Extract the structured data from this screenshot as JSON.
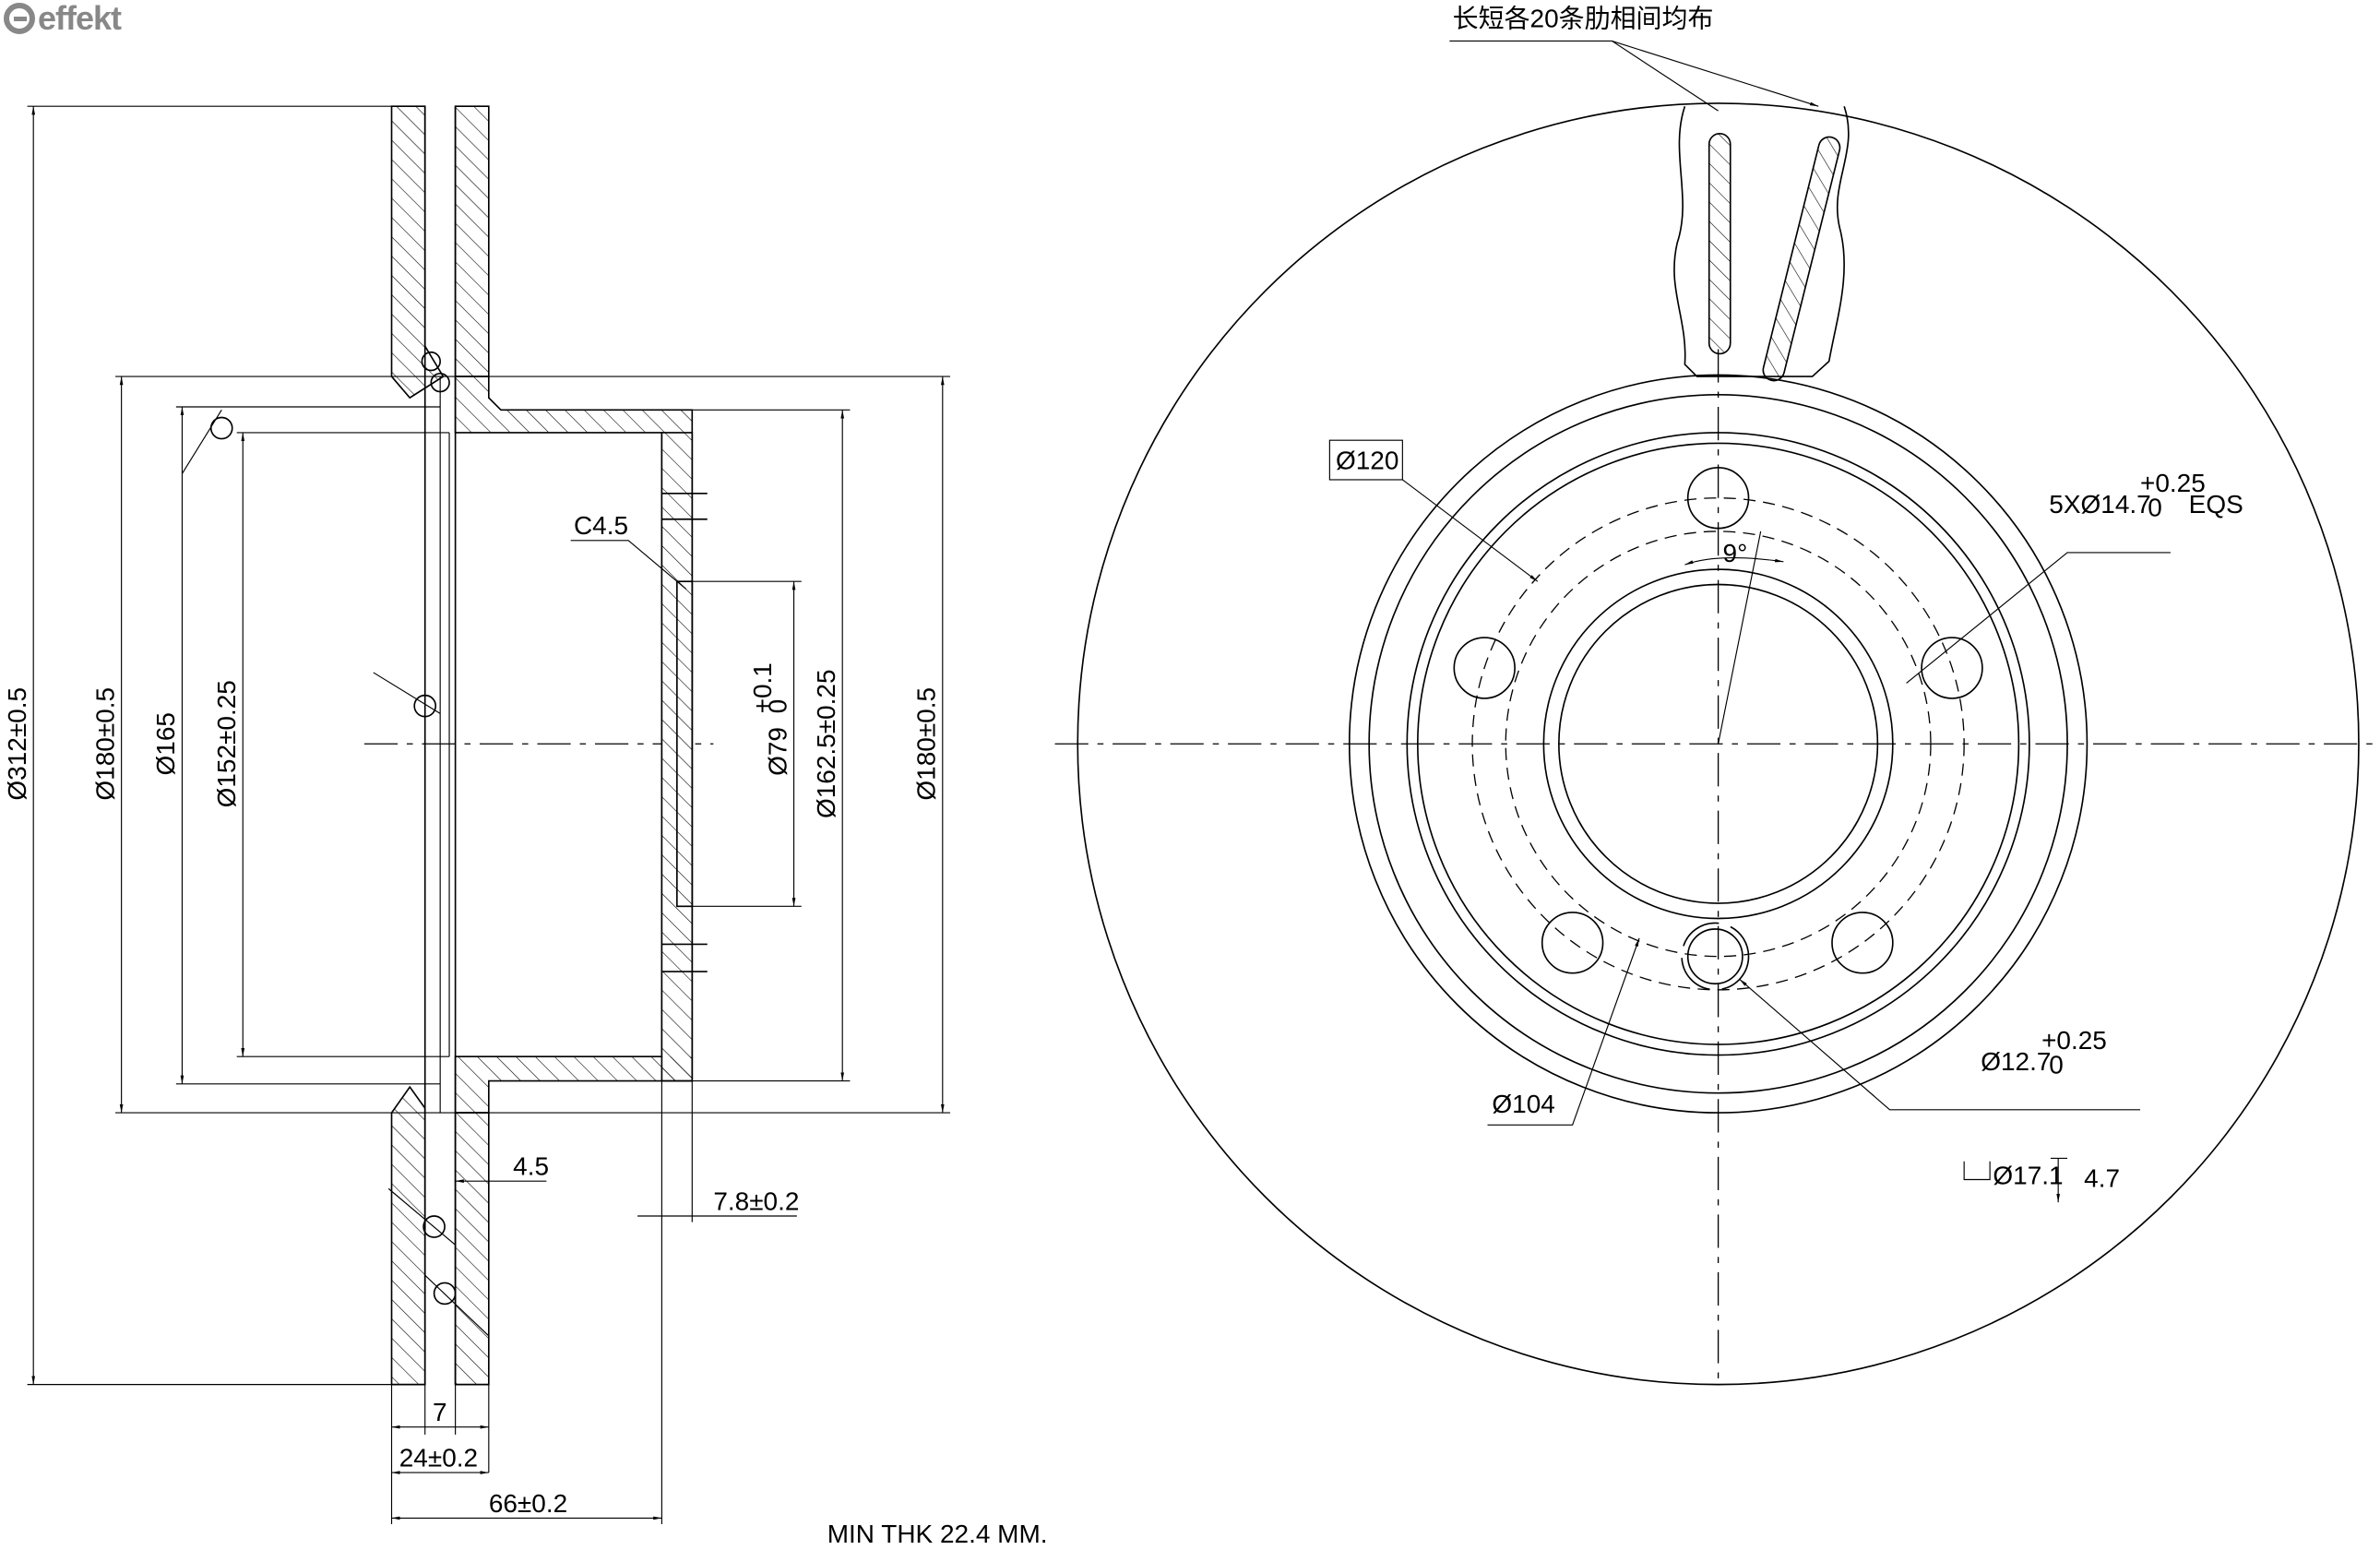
{
  "logo": {
    "text": "effekt"
  },
  "left_view": {
    "dims": {
      "d312": "Ø312±0.5",
      "d180_left": "Ø180±0.5",
      "d165": "Ø165",
      "d152": "Ø152±0.25",
      "d79": "Ø79",
      "d79_tol_upper": "+0.1",
      "d79_tol_lower": "0",
      "d162_5": "Ø162.5±0.25",
      "d180_right": "Ø180±0.5",
      "chamfer": "C4.5",
      "w4_5": "4.5",
      "w7_8": "7.8±0.2",
      "w7": "7",
      "w24": "24±0.2",
      "w66": "66±0.2"
    },
    "note": "MIN THK 22.4 MM."
  },
  "right_view": {
    "rib_note": "长短各20条肋相间均布",
    "d120": "Ø120",
    "angle": "9°",
    "bolt_holes": "5XØ14.7",
    "bolt_tol_upper": "+0.25",
    "bolt_tol_lower": "0",
    "bolt_suffix": "EQS",
    "d104": "Ø104",
    "d12_7": "Ø12.7",
    "d12_7_tol_upper": "+0.25",
    "d12_7_tol_lower": "0",
    "counterbore": "Ø17.1",
    "depth": "4.7"
  }
}
